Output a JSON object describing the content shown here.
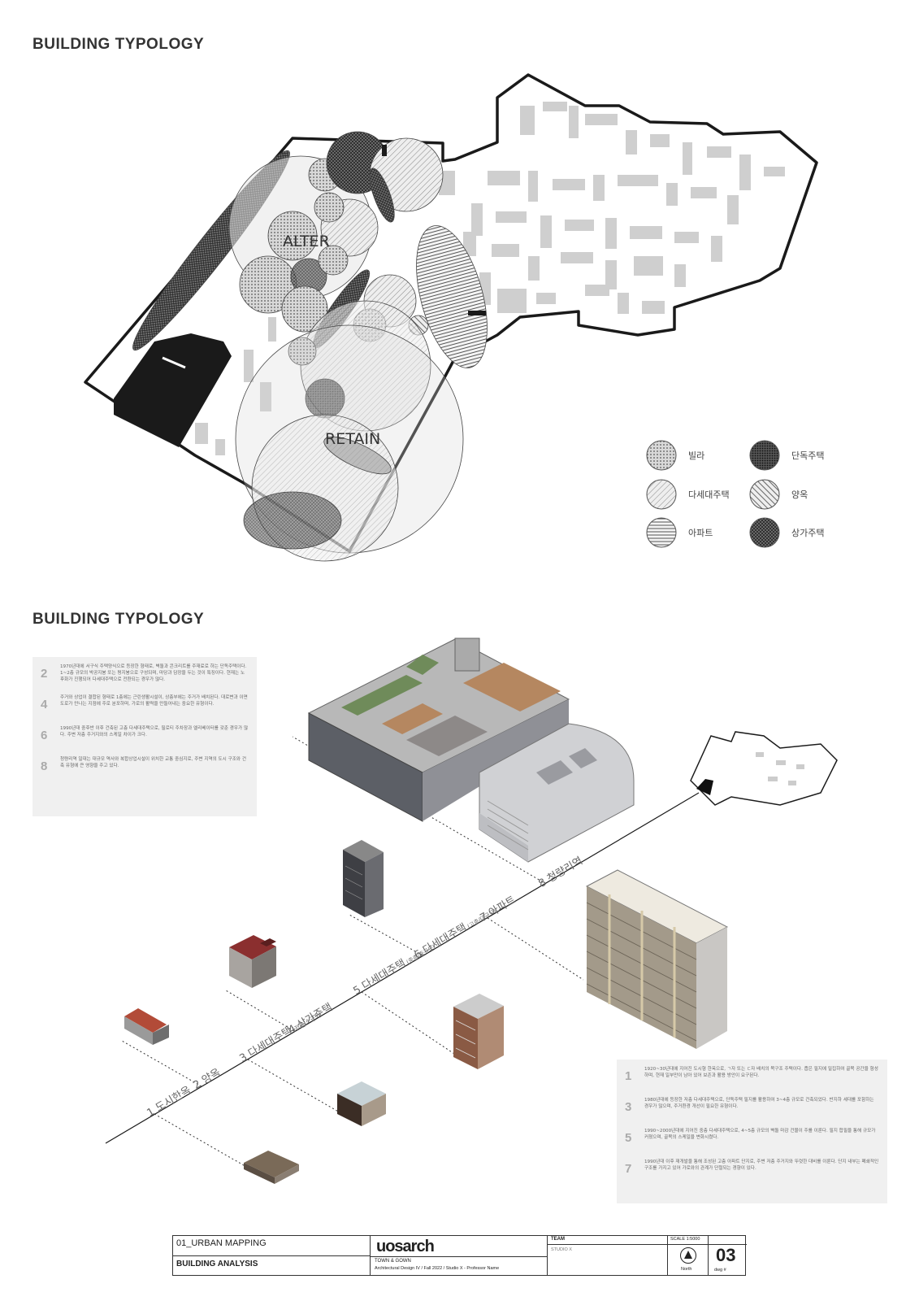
{
  "section1": {
    "title": "BUILDING TYPOLOGY"
  },
  "section2": {
    "title": "BUILDING TYPOLOGY"
  },
  "map": {
    "labels": {
      "alter": "ALTER",
      "retain": "RETAIN"
    }
  },
  "legend": [
    {
      "label": "빌라",
      "pattern": "dots"
    },
    {
      "label": "단독주택",
      "pattern": "dense-dark"
    },
    {
      "label": "다세대주택",
      "pattern": "diag"
    },
    {
      "label": "양옥",
      "pattern": "diag-bold"
    },
    {
      "label": "아파트",
      "pattern": "horiz"
    },
    {
      "label": "상가주택",
      "pattern": "grid-dark"
    }
  ],
  "timeline": [
    {
      "label": "1 도시한옥"
    },
    {
      "label": "2 양옥"
    },
    {
      "label": "3 다세대주택",
      "sub": "(저층/소규모)"
    },
    {
      "label": "4 상가주택"
    },
    {
      "label": "5 다세대주택",
      "sub": "(중층/중규모)"
    },
    {
      "label": "6 다세대주택",
      "sub": "(고층/대규모)"
    },
    {
      "label": "7 아파트"
    },
    {
      "label": "8 청량리역"
    }
  ],
  "notes_left": [
    {
      "num": "2",
      "text": "1970년대에 서구식 주택양식으로 등장한 형태로, 벽돌과 콘크리트를 주재료로 하는 단독주택이다. 1~2층 규모의 박공지붕 또는 평지붕으로 구성되며, 마당과 담장을 두는 것이 특징이다. 현재는 노후화가 진행되어 다세대주택으로 전환되는 경우가 많다."
    },
    {
      "num": "4",
      "text": "주거와 상업이 결합된 형태로 1층에는 근린생활시설이, 상층부에는 주거가 배치된다. 대로변과 이면도로가 만나는 지점에 주로 분포하며, 가로의 활력을 만들어내는 중요한 유형이다."
    },
    {
      "num": "6",
      "text": "1990년대 중후반 이후 건축된 고층 다세대주택으로, 필로티 주차장과 엘리베이터를 갖춘 경우가 많다. 주변 저층 주거지와의 스케일 차이가 크다."
    },
    {
      "num": "8",
      "text": "청량리역 일대는 대규모 역사와 복합상업시설이 위치한 교통 중심지로, 주변 지역의 도시 구조와 건축 유형에 큰 영향을 주고 있다."
    }
  ],
  "notes_right": [
    {
      "num": "1",
      "text": "1920~30년대에 지어진 도시형 한옥으로, ㄱ자 또는 ㄷ자 배치의 목구조 주택이다. 좁은 필지에 밀집하여 골목 공간을 형성하며, 현재 일부만이 남아 있어 보존과 활용 방안이 요구된다."
    },
    {
      "num": "3",
      "text": "1980년대에 등장한 저층 다세대주택으로, 단독주택 필지를 활용하여 3~4층 규모로 건축되었다. 반지하 세대를 포함하는 경우가 많으며, 주거환경 개선이 필요한 유형이다."
    },
    {
      "num": "5",
      "text": "1990~2000년대에 지어진 중층 다세대주택으로, 4~5층 규모의 벽돌 마감 건물이 주를 이룬다. 필지 합필을 통해 규모가 커졌으며, 골목의 스케일을 변화시켰다."
    },
    {
      "num": "7",
      "text": "1990년대 이후 재개발을 통해 조성된 고층 아파트 단지로, 주변 저층 주거지와 뚜렷한 대비를 이룬다. 단지 내부는 폐쇄적인 구조를 가지고 있어 가로와의 관계가 단절되는 경향이 있다."
    }
  ],
  "title_block": {
    "section_code": "01_URBAN MAPPING",
    "section_name": "BUILDING ANALYSIS",
    "logo": "uosarch",
    "course_title": "TOWN & GOWN",
    "course_sub": "Architectural Design IV / Fall 2022 / Studio X - Professor Name",
    "team_label": "TEAM",
    "team_value": "STUDIO X",
    "scale_label": "SCALE 1:5000",
    "north_label": "North",
    "sheet_number": "03",
    "sheet_label": "dwg #"
  },
  "colors": {
    "ink": "#1a1a1a",
    "panel": "#f0f0f0",
    "grey_building": "#c9c9c9",
    "muted": "#aaaaaa"
  }
}
